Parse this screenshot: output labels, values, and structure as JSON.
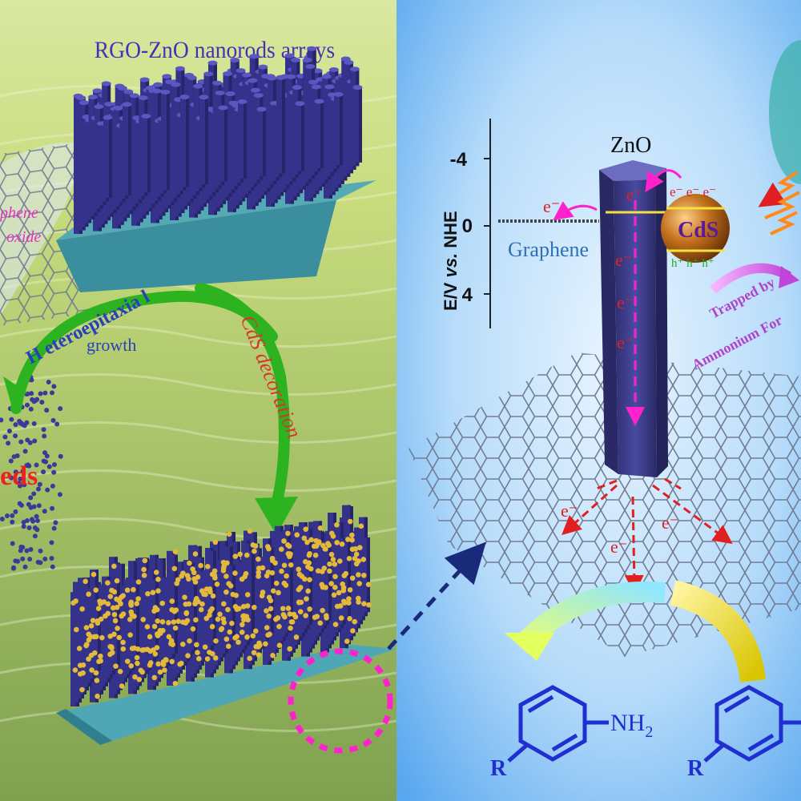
{
  "left": {
    "title": "RGO-ZnO nanorods arrays",
    "graphene_oxide_label_1": "phene",
    "graphene_oxide_label_2": "oxide",
    "seeds_label": "eds",
    "arrow_hetero": "H eteroepitaxia l",
    "arrow_growth": "growth",
    "arrow_cds": "CdS decoration"
  },
  "right": {
    "axis_label_prefix": "E/V ",
    "axis_label_vs": "vs.",
    "axis_label_suffix": " NHE",
    "ticks": [
      "-4",
      "0",
      "4"
    ],
    "zno_label": "ZnO",
    "graphene_label": "Graphene",
    "cds_label": "CdS",
    "electron": "e⁻",
    "electron_short": "e−",
    "cds_electrons": "e⁻ e⁻ e⁻",
    "holes": "h⁺ h⁺ h⁺",
    "trapped_1": "Trapped by",
    "trapped_2": "Ammonium For",
    "nh2": "NH",
    "nh2_sub": "2",
    "r_label": "R"
  },
  "colors": {
    "title": "#4a2fb4",
    "rod": "#3b3a8c",
    "electron": "#e02020",
    "magenta": "#ff22cc",
    "green_arrow": "#2db31f",
    "benzene": "#1f2fd0"
  }
}
